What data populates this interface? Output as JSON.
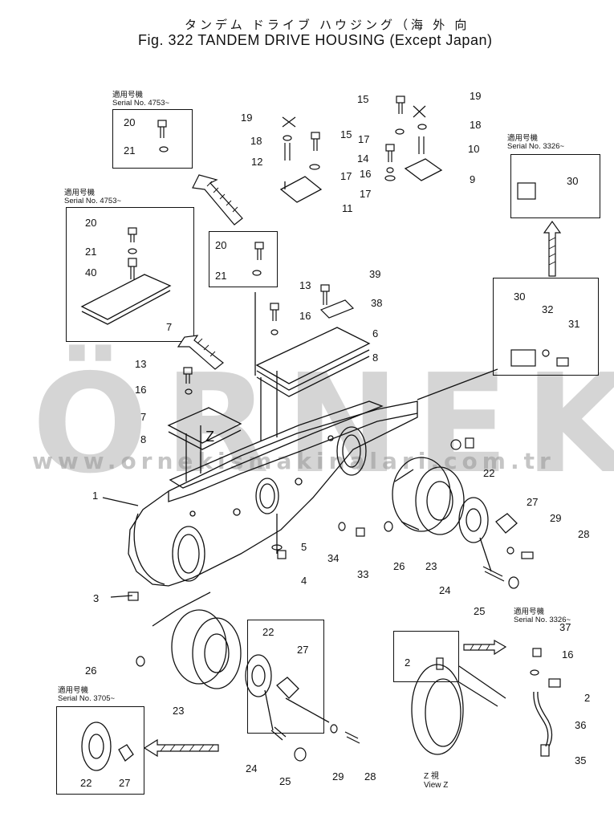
{
  "title": {
    "japanese": "タンデム ドライブ ハウジング（海 外 向",
    "english": "Fig. 322 TANDEM DRIVE HOUSING (Except Japan)"
  },
  "watermark": {
    "brand": "ÖRNEK",
    "url": "www.ornekismakinalari.com.tr"
  },
  "serial_boxes": [
    {
      "id": "box-a",
      "jp": "適用号機",
      "serial": "Serial No. 4753~"
    },
    {
      "id": "box-b",
      "jp": "適用号機",
      "serial": "Serial No. 4753~"
    },
    {
      "id": "box-c",
      "jp": "適用号機",
      "serial": "Serial No. 3326~"
    },
    {
      "id": "box-d",
      "jp": "適用号機",
      "serial": "Serial No. 3326~"
    },
    {
      "id": "box-e",
      "jp": "適用号機",
      "serial": "Serial No. 3705~"
    }
  ],
  "view": {
    "label_jp": "Z 視",
    "label_en": "View Z",
    "marker": "Z"
  },
  "callouts": {
    "c1": "1",
    "c2": "2",
    "c3": "3",
    "c4": "4",
    "c5": "5",
    "c6": "6",
    "c7": "7",
    "c8": "8",
    "c9": "9",
    "c10": "10",
    "c11": "11",
    "c12": "12",
    "c13": "13",
    "c14": "14",
    "c15": "15",
    "c16": "16",
    "c17": "17",
    "c18": "18",
    "c19": "19",
    "c20": "20",
    "c21": "21",
    "c22": "22",
    "c23": "23",
    "c24": "24",
    "c25": "25",
    "c26": "26",
    "c27": "27",
    "c28": "28",
    "c29": "29",
    "c30": "30",
    "c31": "31",
    "c32": "32",
    "c33": "33",
    "c34": "34",
    "c35": "35",
    "c36": "36",
    "c37": "37",
    "c38": "38",
    "c39": "39",
    "c40": "40"
  }
}
